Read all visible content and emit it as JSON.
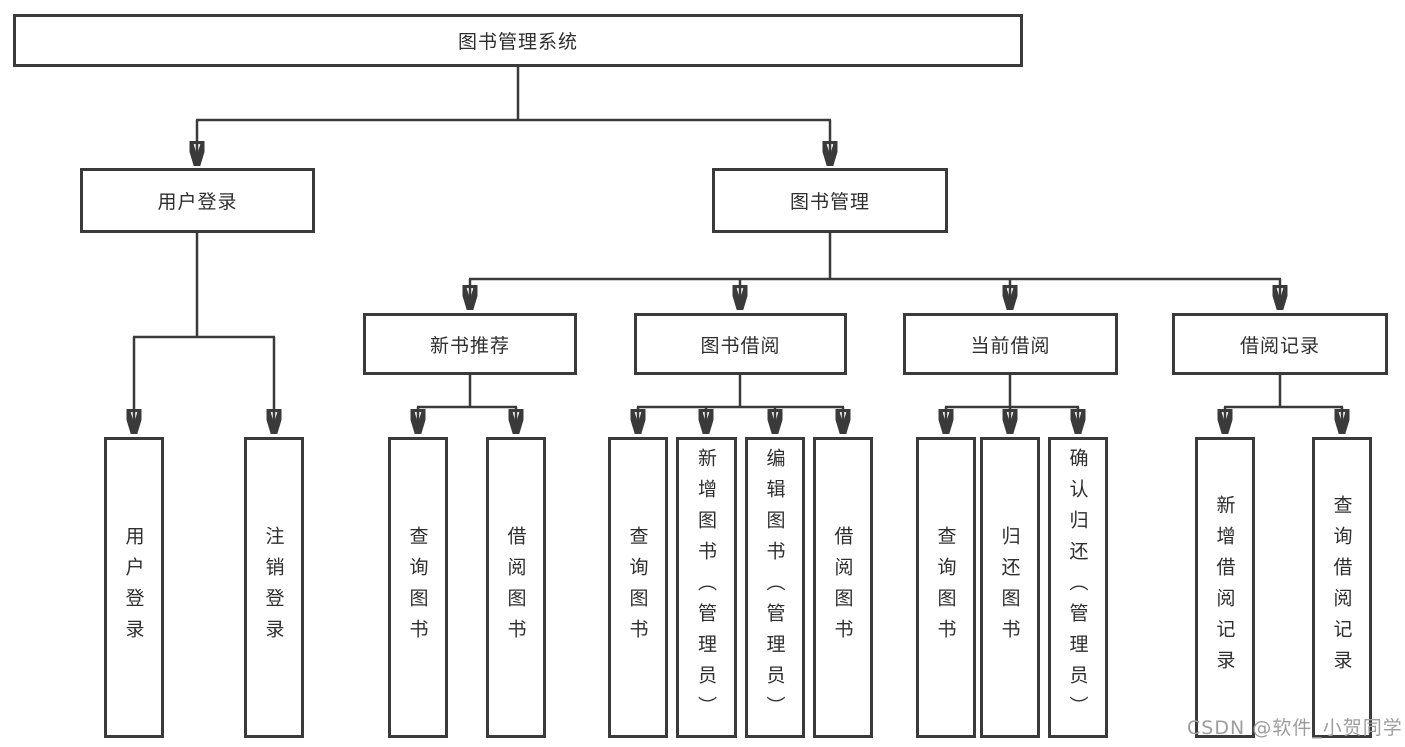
{
  "colors": {
    "line": "#3a3a3a",
    "text": "#2e2e2e",
    "watermark": "#9d9d9d",
    "background": "#ffffff"
  },
  "watermark": "CSDN @软件_小贺同学",
  "diagram": {
    "root": "图书管理系统",
    "branches": {
      "user_login": "用户登录",
      "book_management": "图书管理"
    },
    "modules": {
      "new_book_recommend": "新书推荐",
      "book_borrow": "图书借阅",
      "current_borrow": "当前借阅",
      "borrow_records": "借阅记录"
    },
    "leaves": {
      "user_login": "用户登录",
      "logout": "注销登录",
      "nb_query_books": "查询图书",
      "nb_borrow_books": "借阅图书",
      "bb_query_books": "查询图书",
      "bb_add_books": "新增图书（管理员）",
      "bb_edit_books": "编辑图书（管理员）",
      "bb_borrow_books": "借阅图书",
      "cb_query_books": "查询图书",
      "cb_return_books": "归还图书",
      "cb_confirm_return": "确认归还（管理员）",
      "br_add_record": "新增借阅记录",
      "br_query_record": "查询借阅记录"
    }
  }
}
